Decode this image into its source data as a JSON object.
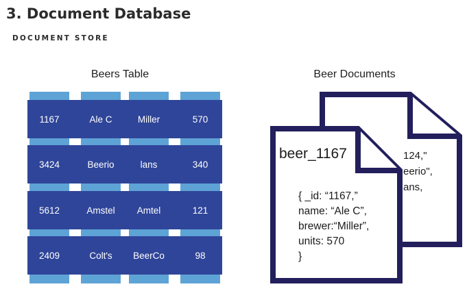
{
  "header": {
    "title": "3. Document Database",
    "subtitle": "DOCUMENT STORE"
  },
  "table": {
    "caption": "Beers Table",
    "rows": [
      [
        "1167",
        "Ale C",
        "Miller",
        "570"
      ],
      [
        "3424",
        "Beerio",
        "lans",
        "340"
      ],
      [
        "5612",
        "Amstel",
        "Amtel",
        "121"
      ],
      [
        "2409",
        "Colt's",
        "BeerCo",
        "98"
      ]
    ]
  },
  "documents": {
    "caption": "Beer Documents",
    "back_lines": [
      "124,\"",
      "eerio\",",
      "ans,"
    ],
    "front_name": "beer_1167",
    "front_lines": [
      "{ _id: “1167,”",
      "name: “Ale C”,",
      "brewer:“Miller”,",
      "units: 570",
      "}"
    ]
  },
  "colors": {
    "row_band": "#2f4599",
    "column_strip": "#5ea3d6",
    "document_outline": "#231f5c"
  }
}
